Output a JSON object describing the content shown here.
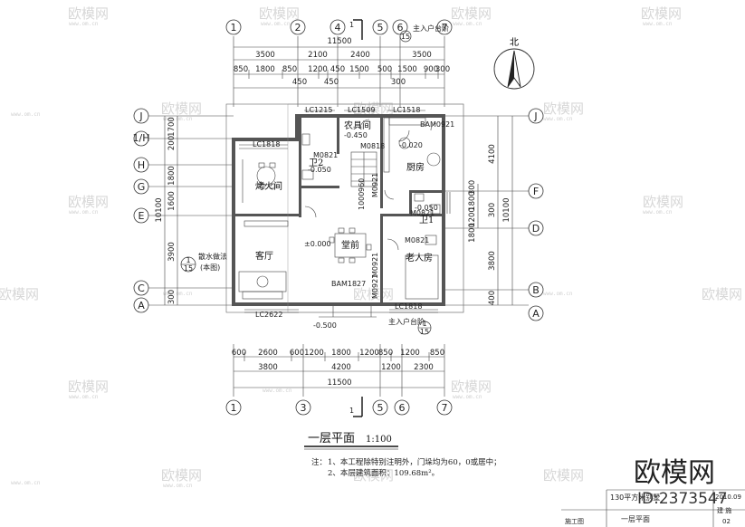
{
  "watermark": {
    "brand": "欧模网",
    "url": "www.om.cn",
    "id_text": "ID:2373547"
  },
  "north": {
    "label": "北"
  },
  "title": {
    "text": "一层平面",
    "scale": "1:100"
  },
  "notes": {
    "prefix": "注：",
    "line1": "1、本工程除特别注明外，门垛均为60，0或居中；",
    "line2": "2、本层建筑面积：109.68m²。"
  },
  "axes": {
    "top": [
      "1",
      "2",
      "4",
      "5",
      "6",
      "7"
    ],
    "bottom": [
      "1",
      "3",
      "5",
      "6",
      "7"
    ],
    "left": [
      "J",
      "1/H",
      "H",
      "G",
      "E",
      "C",
      "A"
    ],
    "right": [
      "J",
      "F",
      "D",
      "B",
      "A"
    ]
  },
  "dims": {
    "top_total": "11500",
    "top_row1": [
      "3500",
      "2100",
      "2400",
      "3500"
    ],
    "top_row2": [
      "850",
      "1800",
      "850",
      "1200",
      "450",
      "1500",
      "500",
      "1500",
      "900",
      "300"
    ],
    "top_row3": [
      "450",
      "450",
      "300"
    ],
    "bottom_row1": [
      "600",
      "2600",
      "600",
      "1200",
      "1800",
      "1200",
      "850",
      "1200",
      "850"
    ],
    "bottom_row2": [
      "3800",
      "4200",
      "1200",
      "2300"
    ],
    "bottom_total": "11500",
    "left_total": "10100",
    "left_row": [
      "1700",
      "200",
      "1800",
      "1600",
      "3900",
      "300"
    ],
    "right_total": "10100",
    "right_row": [
      "4100",
      "300",
      "1800",
      "1200",
      "300",
      "3800",
      "400"
    ],
    "right_inner": [
      "1800",
      "1200"
    ]
  },
  "rooms": {
    "fire_room": "烤火间",
    "living": "客厅",
    "hall": "堂前",
    "tool_room": "农具间",
    "kitchen": "厨房",
    "toilet1": "卫1",
    "toilet2": "卫2",
    "elder_room": "老人房"
  },
  "labels": {
    "lc1215": "LC1215",
    "lc1509": "LC1509",
    "lc1518a": "LC1518",
    "lc1818a": "LC1818",
    "lc1818b": "LC1818",
    "lc2622": "LC2622",
    "bam0921": "BAM0921",
    "bam1827": "BAM1827",
    "m0821a": "M0821",
    "m0821b": "M0821",
    "m0821c": "M0821",
    "m0818": "M0818",
    "m0921a": "M0921",
    "m0921b": "M0921",
    "m0921c": "M0921",
    "lev_m0450": "-0.450",
    "lev_m0020": "-0.020",
    "lev_m0050a": "-0.050",
    "lev_m0050b": "-0.050",
    "lev_000": "±0.000",
    "lev_m0500": "-0.500",
    "lev_1000": "1000",
    "lev_0960": "960",
    "water_label": "散水做法",
    "water_sub": "(本图)",
    "ref15a": "15",
    "ref15b": "15",
    "ref15c": "15",
    "ref_right_top": "主入户台阶",
    "ref_right_bot": "主入户台阶",
    "section_mark": "1"
  },
  "titleblock": {
    "project": "130平方米别墅",
    "date": "2010.09",
    "type": "建 施",
    "sheet_name": "一层平面",
    "sheet_no": "02",
    "stage": "施工图"
  }
}
